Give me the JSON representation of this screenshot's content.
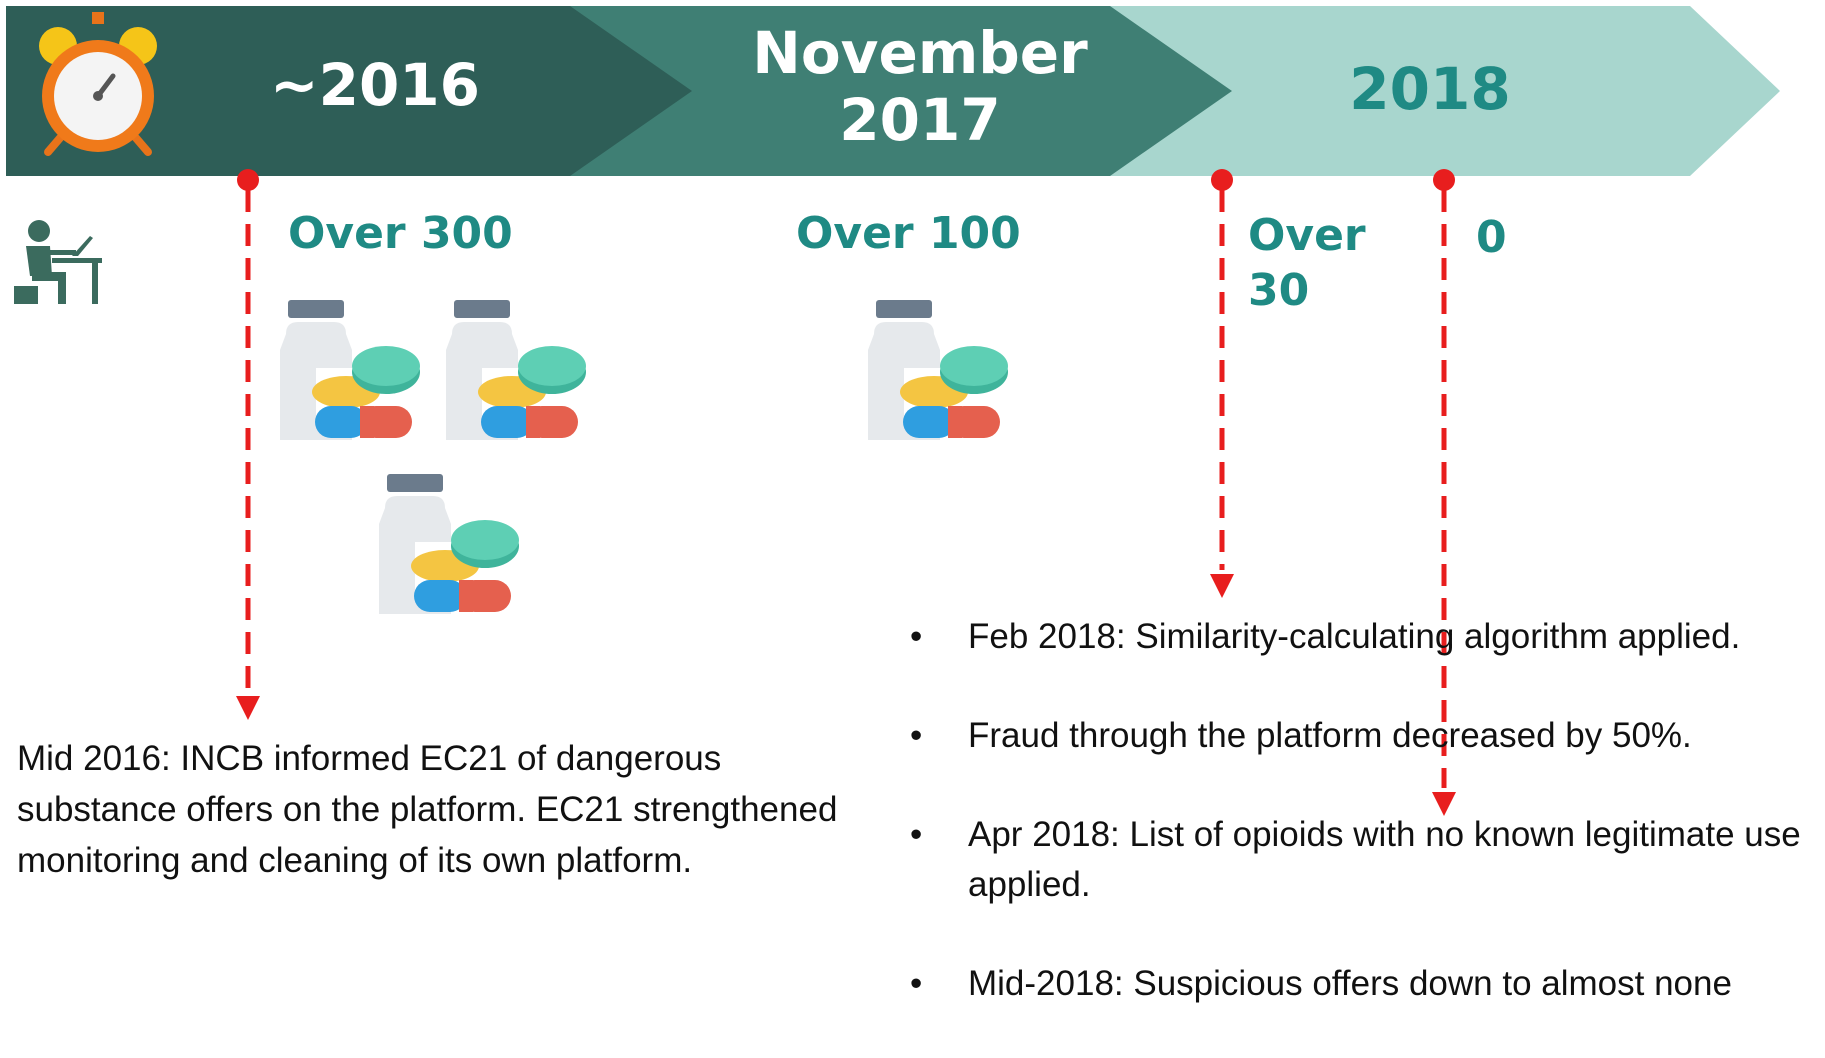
{
  "timeline": {
    "periods": [
      {
        "label": "~2016",
        "color": "#ffffff"
      },
      {
        "label": "November 2017",
        "color": "#ffffff"
      },
      {
        "label": "2018",
        "color": "#1f8a84"
      }
    ],
    "band_colors": [
      "#2e5e57",
      "#3f7f74",
      "#a8d6ce"
    ]
  },
  "counts": [
    {
      "label": "Over 300"
    },
    {
      "label": "Over 30"
    },
    {
      "label": "Over 100"
    },
    {
      "label": "0"
    }
  ],
  "icons": {
    "timer": "alarm-clock-icon",
    "user": "person-at-computer-icon",
    "pills": "medicine-bottle-pills-icon"
  },
  "notes": {
    "left": "Mid 2016: INCB informed EC21 of dangerous substance offers on the platform. EC21 strengthened monitoring and cleaning of its own platform.",
    "bullet_symbol": "•",
    "bullets": [
      "Feb 2018: Similarity-calculating algorithm applied.",
      "Fraud through the platform decreased by 50%.",
      "Apr 2018: List of opioids with no known legitimate use applied.",
      "Mid-2018: Suspicious offers down to almost none"
    ]
  },
  "marker_color": "#e81e1e"
}
